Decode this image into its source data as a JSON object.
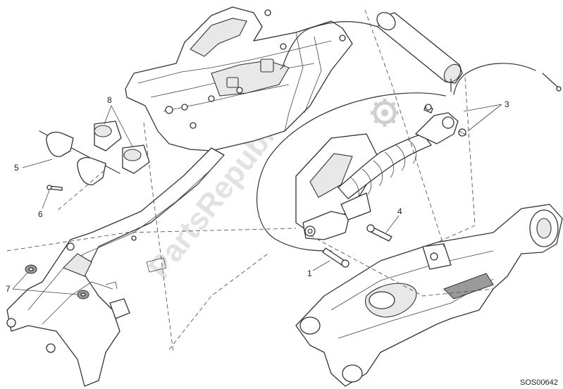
{
  "callouts": [
    "1",
    "3",
    "4",
    "5",
    "6",
    "7",
    "8"
  ],
  "diagram_code": "SOS00642",
  "watermark": "PartsRepublik",
  "icons": {
    "watermark_logo": "gear-icon"
  }
}
